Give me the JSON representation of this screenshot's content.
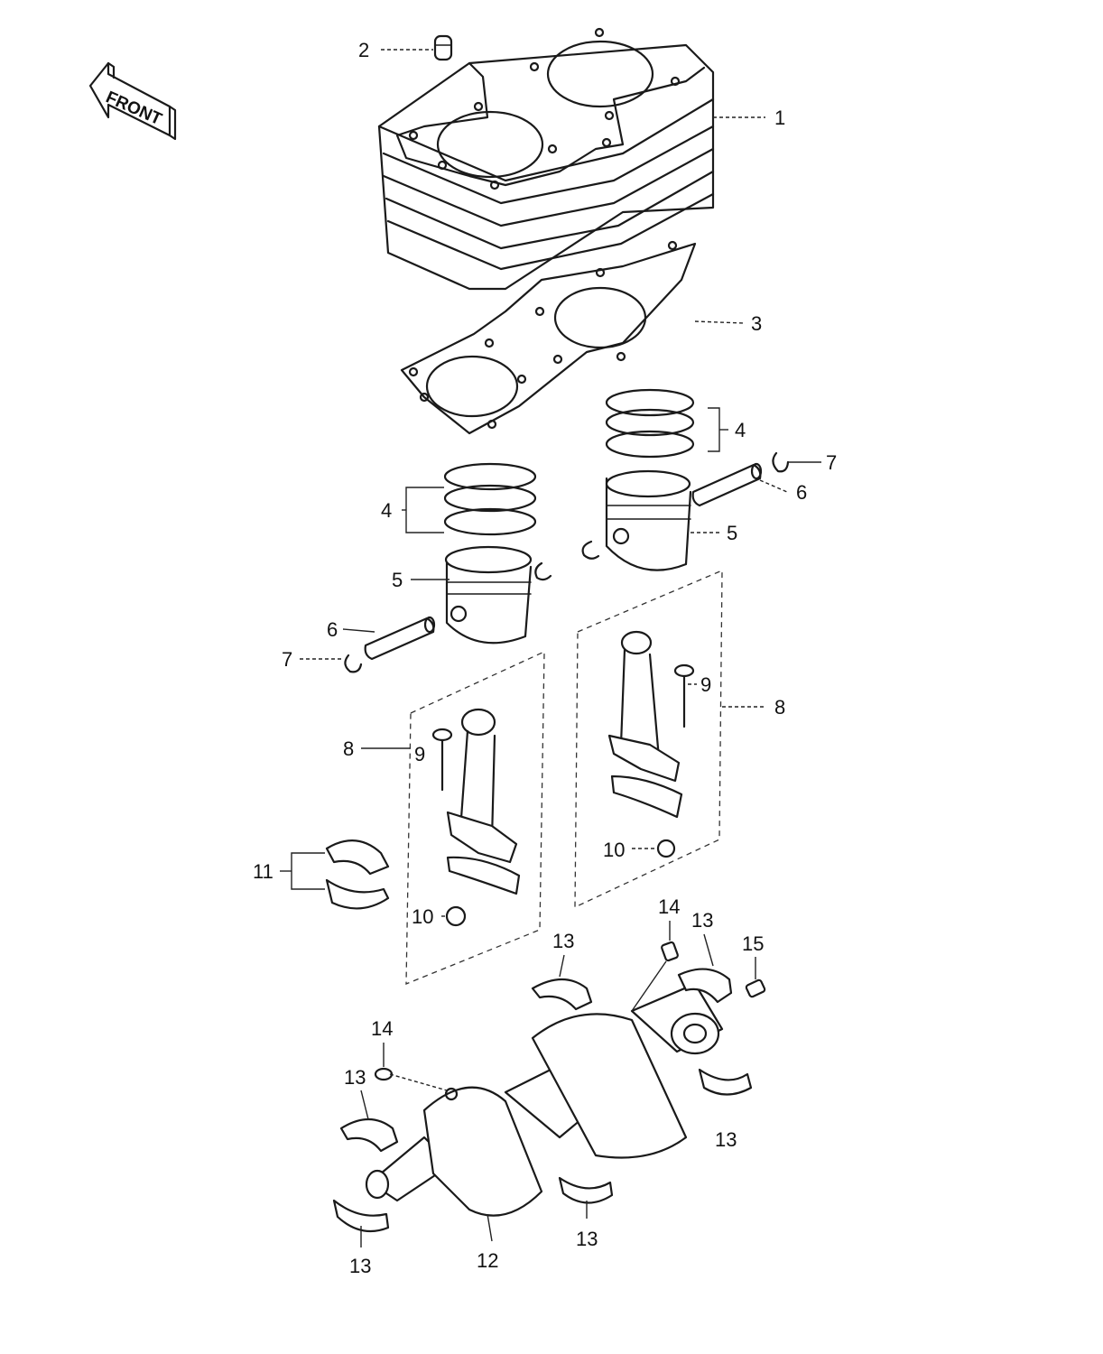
{
  "front_label": "FRONT",
  "callouts": {
    "c1": "1",
    "c2": "2",
    "c3": "3",
    "c4a": "4",
    "c4b": "4",
    "c5a": "5",
    "c5b": "5",
    "c6a": "6",
    "c6b": "6",
    "c7a": "7",
    "c7b": "7",
    "c8a": "8",
    "c8b": "8",
    "c9a": "9",
    "c9b": "9",
    "c10a": "10",
    "c10b": "10",
    "c11": "11",
    "c12": "12",
    "c13a": "13",
    "c13b": "13",
    "c13c": "13",
    "c13d": "13",
    "c13e": "13",
    "c13f": "13",
    "c14a": "14",
    "c14b": "14",
    "c15": "15"
  }
}
